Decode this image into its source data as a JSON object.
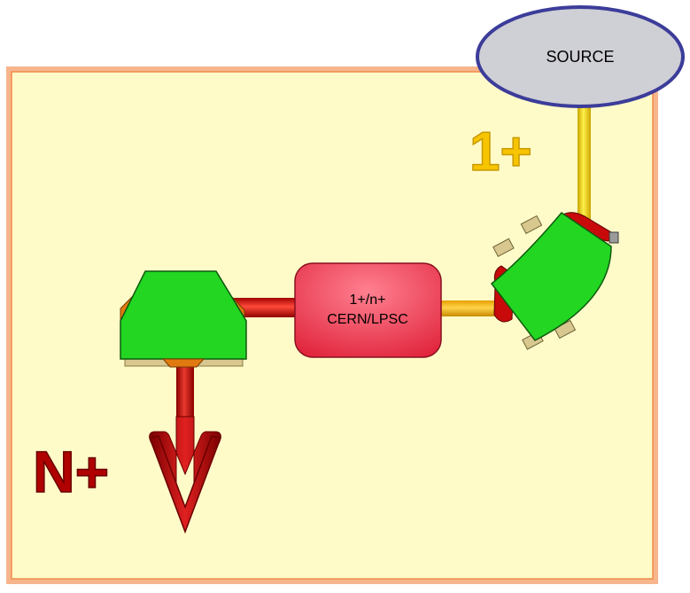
{
  "source_label": "SOURCE",
  "charge_state_in": "1+",
  "charge_state_out": "N+",
  "breeder": {
    "line1": "1+/n+",
    "line2": "CERN/LPSC"
  },
  "colors": {
    "panel_fill": "#FFFBC9",
    "panel_border": "#F08C4A",
    "beam_in": "#F5D000",
    "beam_mid": "#F5B000",
    "beam_out": "#C00000",
    "magnet": "#1ED21E",
    "source_fill": "#CFCFD6",
    "source_border": "#3C3C9A",
    "breeder_fill": "#F04A5A",
    "label_1plus": "#F7C400",
    "label_nplus": "#B00000"
  }
}
